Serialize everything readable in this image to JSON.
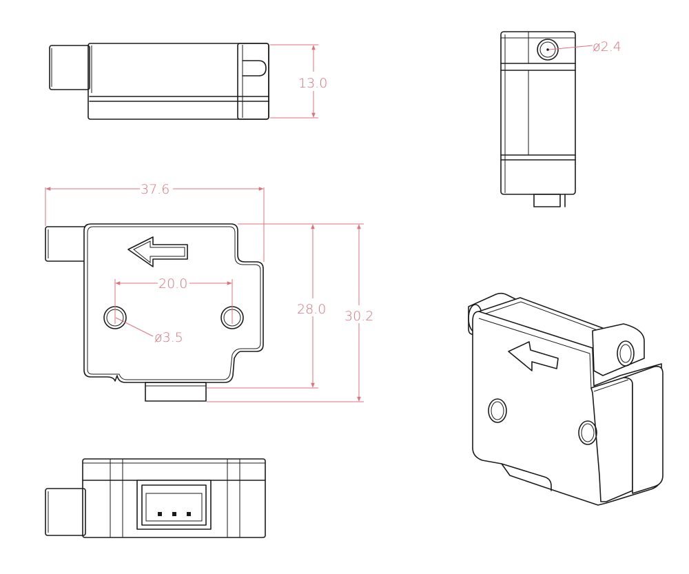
{
  "colors": {
    "outline": "#1a1a1a",
    "dimension": "#e0707a",
    "background": "#ffffff"
  },
  "dimensions": {
    "thickness": "13.0",
    "width": "37.6",
    "hole_spacing": "20.0",
    "body_height": "28.0",
    "total_height": "30.2",
    "mount_hole_dia": "ø3.5",
    "filament_hole_dia": "ø2.4"
  }
}
